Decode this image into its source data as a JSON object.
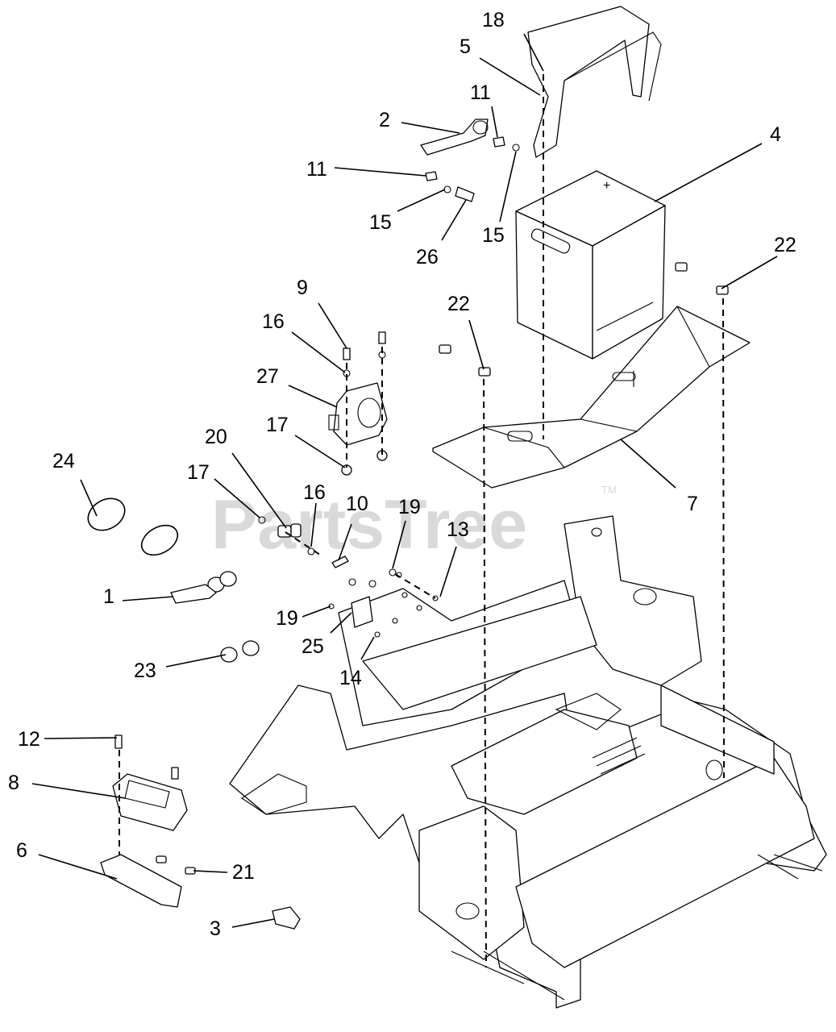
{
  "watermark": {
    "text": "PartsTree",
    "trademark": "TM"
  },
  "callouts": [
    {
      "id": "c18",
      "label": "18"
    },
    {
      "id": "c5",
      "label": "5"
    },
    {
      "id": "c11a",
      "label": "11"
    },
    {
      "id": "c2",
      "label": "2"
    },
    {
      "id": "c4",
      "label": "4"
    },
    {
      "id": "c11b",
      "label": "11"
    },
    {
      "id": "c15a",
      "label": "15"
    },
    {
      "id": "c26",
      "label": "26"
    },
    {
      "id": "c15b",
      "label": "15"
    },
    {
      "id": "c22a",
      "label": "22"
    },
    {
      "id": "c9",
      "label": "9"
    },
    {
      "id": "c16a",
      "label": "16"
    },
    {
      "id": "c22b",
      "label": "22"
    },
    {
      "id": "c27",
      "label": "27"
    },
    {
      "id": "c17a",
      "label": "17"
    },
    {
      "id": "c20",
      "label": "20"
    },
    {
      "id": "c24",
      "label": "24"
    },
    {
      "id": "c17b",
      "label": "17"
    },
    {
      "id": "c16b",
      "label": "16"
    },
    {
      "id": "c10",
      "label": "10"
    },
    {
      "id": "c19a",
      "label": "19"
    },
    {
      "id": "c13",
      "label": "13"
    },
    {
      "id": "c7",
      "label": "7"
    },
    {
      "id": "c1",
      "label": "1"
    },
    {
      "id": "c19b",
      "label": "19"
    },
    {
      "id": "c25",
      "label": "25"
    },
    {
      "id": "c23",
      "label": "23"
    },
    {
      "id": "c14",
      "label": "14"
    },
    {
      "id": "c12",
      "label": "12"
    },
    {
      "id": "c8",
      "label": "8"
    },
    {
      "id": "c6",
      "label": "6"
    },
    {
      "id": "c21",
      "label": "21"
    },
    {
      "id": "c3",
      "label": "3"
    }
  ]
}
